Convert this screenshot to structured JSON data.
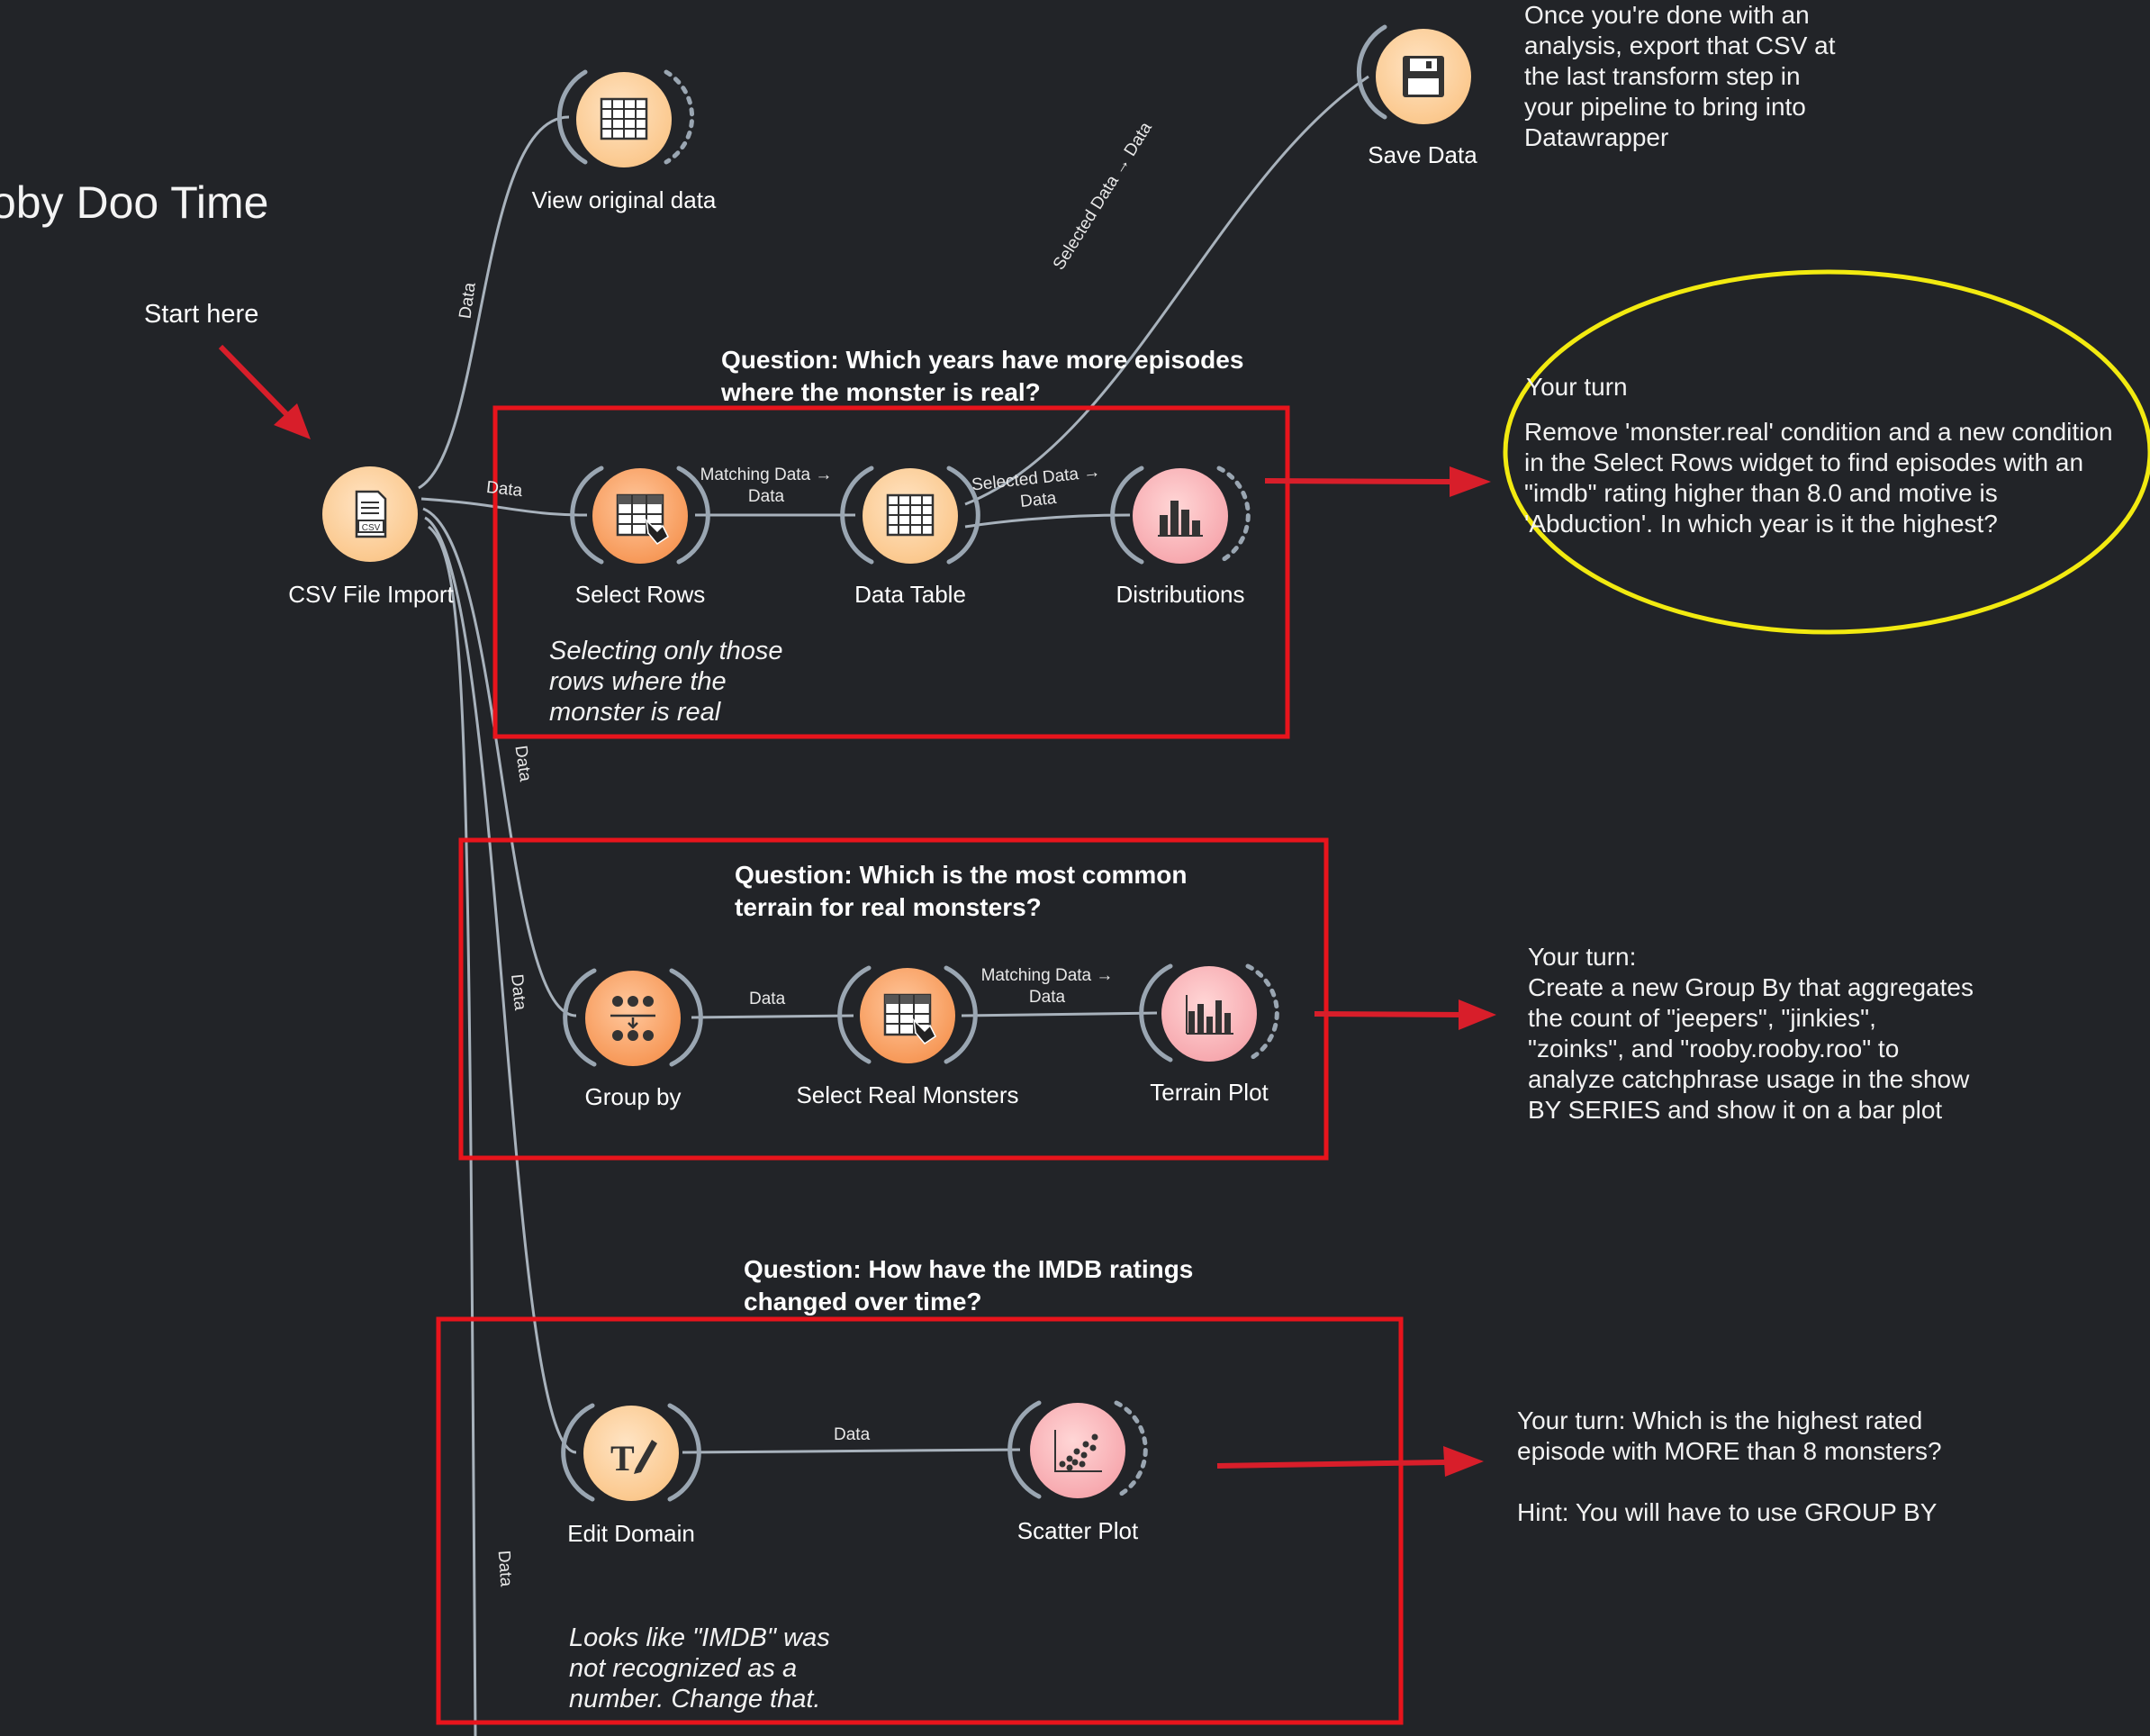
{
  "workflow": {
    "title": "oby Doo Time",
    "start_label": "Start here"
  },
  "widgets": {
    "csv_import": "CSV File Import",
    "view_original": "View original data",
    "save_data": "Save Data",
    "select_rows": "Select Rows",
    "data_table": "Data Table",
    "distributions": "Distributions",
    "group_by": "Group by",
    "select_real_monsters": "Select Real Monsters",
    "terrain_plot": "Terrain Plot",
    "edit_domain": "Edit Domain",
    "scatter_plot": "Scatter Plot"
  },
  "links": {
    "data": "Data",
    "matching_data_1": "Matching Data →",
    "matching_data_2": "Data",
    "selected_data_1": "Selected Data →",
    "selected_data_2": "Data",
    "selected_data_diag": "Selected Data → Data"
  },
  "notes": {
    "save_note": [
      "Once you're done with an",
      "analysis, export that CSV at",
      "the last transform step in",
      "your pipeline to bring into",
      "Datawrapper"
    ],
    "q1": [
      "Question: Which years have more episodes",
      "where the monster is real?"
    ],
    "q1_comment": [
      "Selecting only those",
      "rows where the",
      "monster is real"
    ],
    "turn1_title": "Your turn",
    "turn1_body": [
      "Remove 'monster.real' condition and a new condition",
      "in the Select Rows widget to find episodes with an",
      "\"imdb\" rating higher than 8.0 and motive is",
      "'Abduction'. In which year is it the highest?"
    ],
    "q2": [
      "Question: Which is the most common",
      "terrain for real monsters?"
    ],
    "turn2": [
      "Your turn:",
      "Create a new Group By that aggregates",
      "the count of \"jeepers\", \"jinkies\",",
      "\"zoinks\", and \"rooby.rooby.roo\" to",
      "analyze catchphrase usage in the show",
      "BY SERIES and show it on a bar plot"
    ],
    "q3": [
      "Question: How have the IMDB ratings",
      "changed over time?"
    ],
    "q3_comment": [
      "Looks like \"IMDB\" was",
      "not recognized as a",
      "number. Change that."
    ],
    "turn3": [
      "Your turn: Which is the highest rated",
      "episode with MORE than 8 monsters?",
      "",
      "Hint: You will have to use GROUP BY"
    ]
  },
  "colors": {
    "background": "#222428",
    "link": "#a8b2bc",
    "annotation_box": "#e8141c",
    "arrow": "#d81e2a",
    "highlight_ellipse": "#f2ea10"
  }
}
